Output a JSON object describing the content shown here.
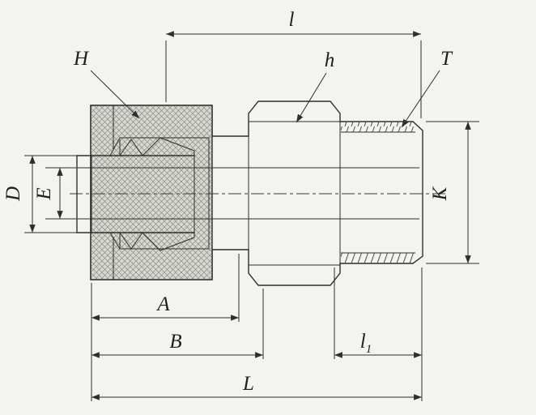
{
  "drawing": {
    "type": "tube-fitting-male-connector-technical-drawing",
    "labels": {
      "top_length": "l",
      "nut_width": "H",
      "hex_width": "h",
      "thread": "T",
      "tube_od": "D",
      "bore": "E",
      "thread_diameter": "K",
      "dim_a": "A",
      "dim_b": "B",
      "l1_base": "l",
      "l1_sub": "1",
      "overall_length": "L"
    },
    "colors": {
      "background": "#f3f3f0",
      "line": "#2e2e2c",
      "body_fill": "#e9e9e4",
      "nut_fill": "#d8d8d2",
      "hatch_line": "#8c8c85",
      "cavity_fill": "#f4f4f1"
    }
  }
}
